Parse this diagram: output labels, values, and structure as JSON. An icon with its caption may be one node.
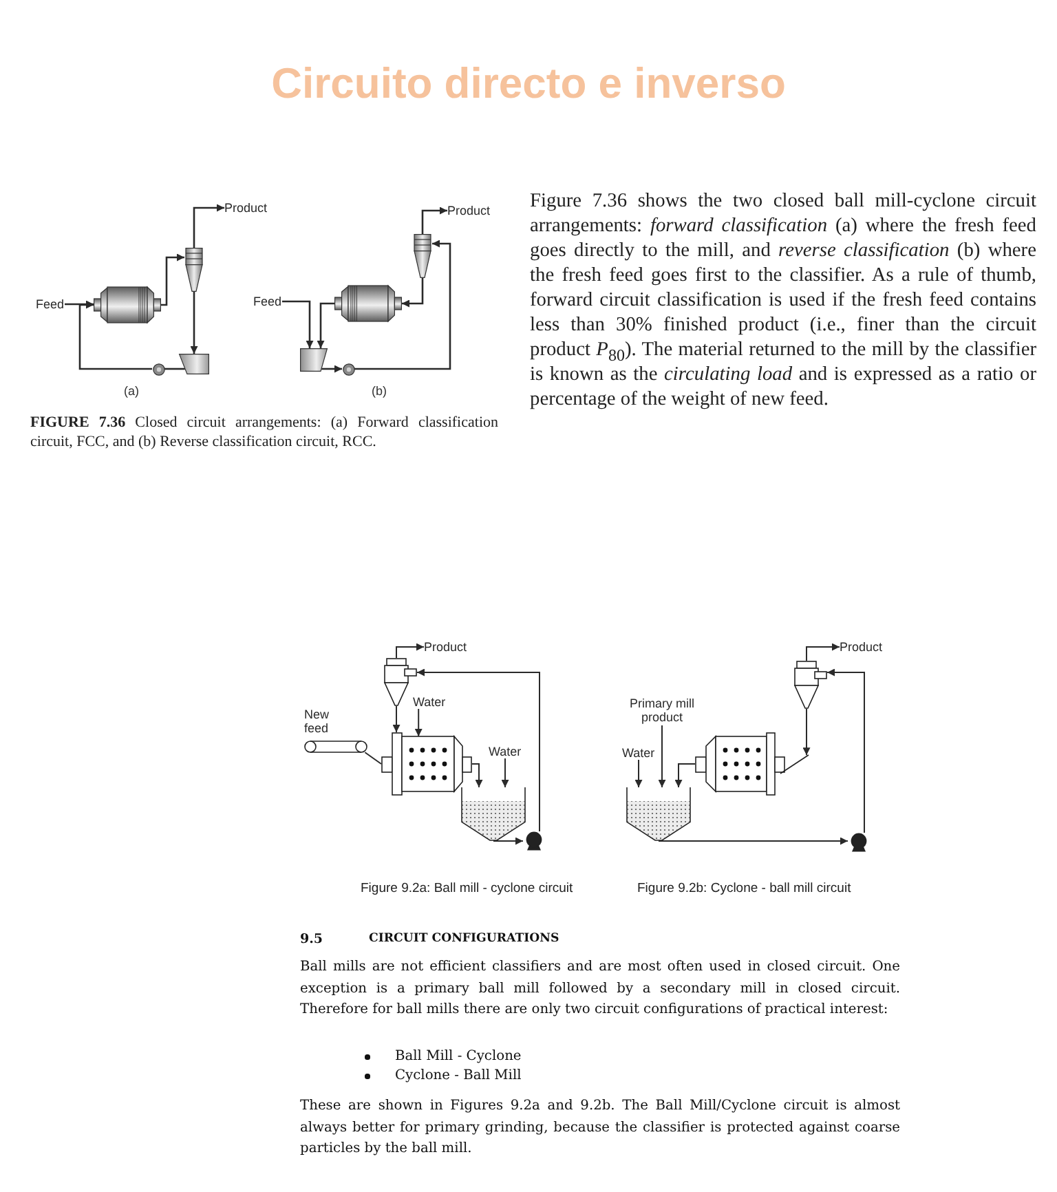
{
  "diagram": {
    "title": "Circuito directo e inverso",
    "nodes": [
      {
        "text": [
          "Product"
        ]
      },
      {
        "text": [
          "Feed"
        ]
      },
      {
        "text": [],
        "shape": "cylinder"
      },
      {
        "text": [],
        "shape": "cone"
      },
      {
        "text": [],
        "shape": "circle"
      },
      {
        "text": [],
        "shape": "tank"
      },
      {
        "text": [
          "Product"
        ]
      },
      {
        "text": [],
        "shape": "cone"
      },
      {
        "text": [
          "Feed"
        ]
      },
      {
        "text": [],
        "shape": "cylinder"
      },
      {
        "text": [],
        "shape": "tank"
      },
      {
        "text": [],
        "shape": "circle"
      },
      {
        "text": [
          "Product"
        ]
      },
      {
        "text": [],
        "shape": "cone"
      },
      {
        "text": [
          "Water"
        ]
      },
      {
        "text": [],
        "shape": "belt",
        "beside": [
          "New feed"
        ]
      },
      {
        "text": [],
        "shape": "cylinder"
      },
      {
        "text": [
          "Water"
        ]
      },
      {
        "text": [],
        "shape": "tank"
      },
      {
        "text": [],
        "shape": "circle"
      },
      {
        "text": [
          "Product"
        ]
      },
      {
        "text": [],
        "shape": "cone"
      },
      {
        "text": [
          "Primary mill product"
        ]
      },
      {
        "text": [
          "Water"
        ]
      },
      {
        "text": [],
        "shape": "cylinder"
      },
      {
        "text": [],
        "shape": "tank"
      },
      {
        "text": [],
        "shape": "circle"
      }
    ],
    "edges": [
      {
        "from": 1,
        "to": 2,
        "arrow": "to"
      },
      {
        "from": 2,
        "to": 3,
        "arrow": "to"
      },
      {
        "from": 3,
        "to": 0,
        "arrow": "to"
      },
      {
        "from": 3,
        "to": 5,
        "arrow": "to"
      },
      {
        "from": 5,
        "to": 4,
        "arrow": "none"
      },
      {
        "from": 4,
        "to": 2,
        "arrow": "to"
      },
      {
        "from": 8,
        "to": 10,
        "arrow": "to"
      },
      {
        "from": 9,
        "to": 10,
        "arrow": "to"
      },
      {
        "from": 10,
        "to": 11,
        "arrow": "to"
      },
      {
        "from": 11,
        "to": 7,
        "arrow": "to"
      },
      {
        "from": 7,
        "to": 6,
        "arrow": "to"
      },
      {
        "from": 7,
        "to": 9,
        "arrow": "to"
      },
      {
        "from": 13,
        "to": 12,
        "arrow": "to"
      },
      {
        "from": 13,
        "to": 16,
        "arrow": "to"
      },
      {
        "from": 14,
        "to": 16,
        "arrow": "to"
      },
      {
        "from": 15,
        "to": 16,
        "arrow": "none"
      },
      {
        "from": 16,
        "to": 18,
        "arrow": "to"
      },
      {
        "from": 17,
        "to": 18,
        "arrow": "to"
      },
      {
        "from": 18,
        "to": 19,
        "arrow": "to"
      },
      {
        "from": 19,
        "to": 13,
        "arrow": "to"
      },
      {
        "from": 21,
        "to": 20,
        "arrow": "to"
      },
      {
        "from": 22,
        "to": 25,
        "arrow": "to"
      },
      {
        "from": 23,
        "to": 25,
        "arrow": "to"
      },
      {
        "from": 24,
        "to": 25,
        "arrow": "to"
      },
      {
        "from": 25,
        "to": 26,
        "arrow": "to"
      },
      {
        "from": 26,
        "to": 21,
        "arrow": "to"
      },
      {
        "from": 21,
        "to": 24,
        "arrow": "to"
      }
    ],
    "labels": [
      "(a)",
      "(b)",
      "**FIGURE 7.36** Closed circuit arrangements: (a) Forward classification circuit, FCC, and (b) Reverse classification circuit, RCC.",
      "Figure 7.36 shows the two closed ball mill-cyclone circuit arrangements: *forward classification* (a) where the fresh feed goes directly to the mill, and *reverse classification* (b) where the fresh feed goes first to the classifier. As a rule of thumb, forward circuit classification is used if the fresh feed contains less than 30% finished product (i.e., finer than the circuit product *P*$_{80}$). The material returned to the mill by the classifier is known as the *circulating load* and is expressed as a ratio or percentage of the weight of new feed.",
      "Figure 9.2a: Ball mill - cyclone circuit",
      "Figure 9.2b: Cyclone - ball mill circuit",
      "9.5",
      "CIRCUIT CONFIGURATIONS",
      "Ball mills are not efficient classifiers and are most often used in closed circuit. One exception is a primary ball mill followed by a secondary mill in closed circuit. Therefore for ball mills there are only two circuit configurations of practical interest:",
      "Ball Mill - Cyclone",
      "Cyclone - Ball Mill",
      "These are shown in Figures 9.2a and 9.2b. The Ball Mill/Cyclone circuit is almost always better for primary grinding, because the classifier is protected against coarse particles by the ball mill."
    ]
  }
}
